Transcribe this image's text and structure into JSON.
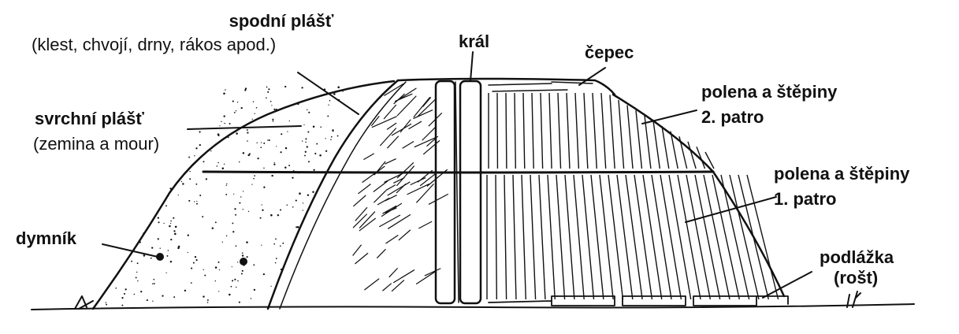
{
  "labels": {
    "spodni_title": "spodní plášť",
    "spodni_sub": "(klest, chvojí, drny, rákos apod.)",
    "kral": "král",
    "cepec": "čepec",
    "patro2_line1": "polena a štěpiny",
    "patro2_line2": "2. patro",
    "svrchni_title": "svrchní plášť",
    "svrchni_sub": "(zemina a mour)",
    "patro1_line1": "polena a štěpiny",
    "patro1_line2": "1. patro",
    "dymnik": "dymník",
    "podlazka_line1": "podlážka",
    "podlazka_line2": "(rošt)"
  },
  "colors": {
    "ink": "#111111",
    "background": "#ffffff"
  }
}
